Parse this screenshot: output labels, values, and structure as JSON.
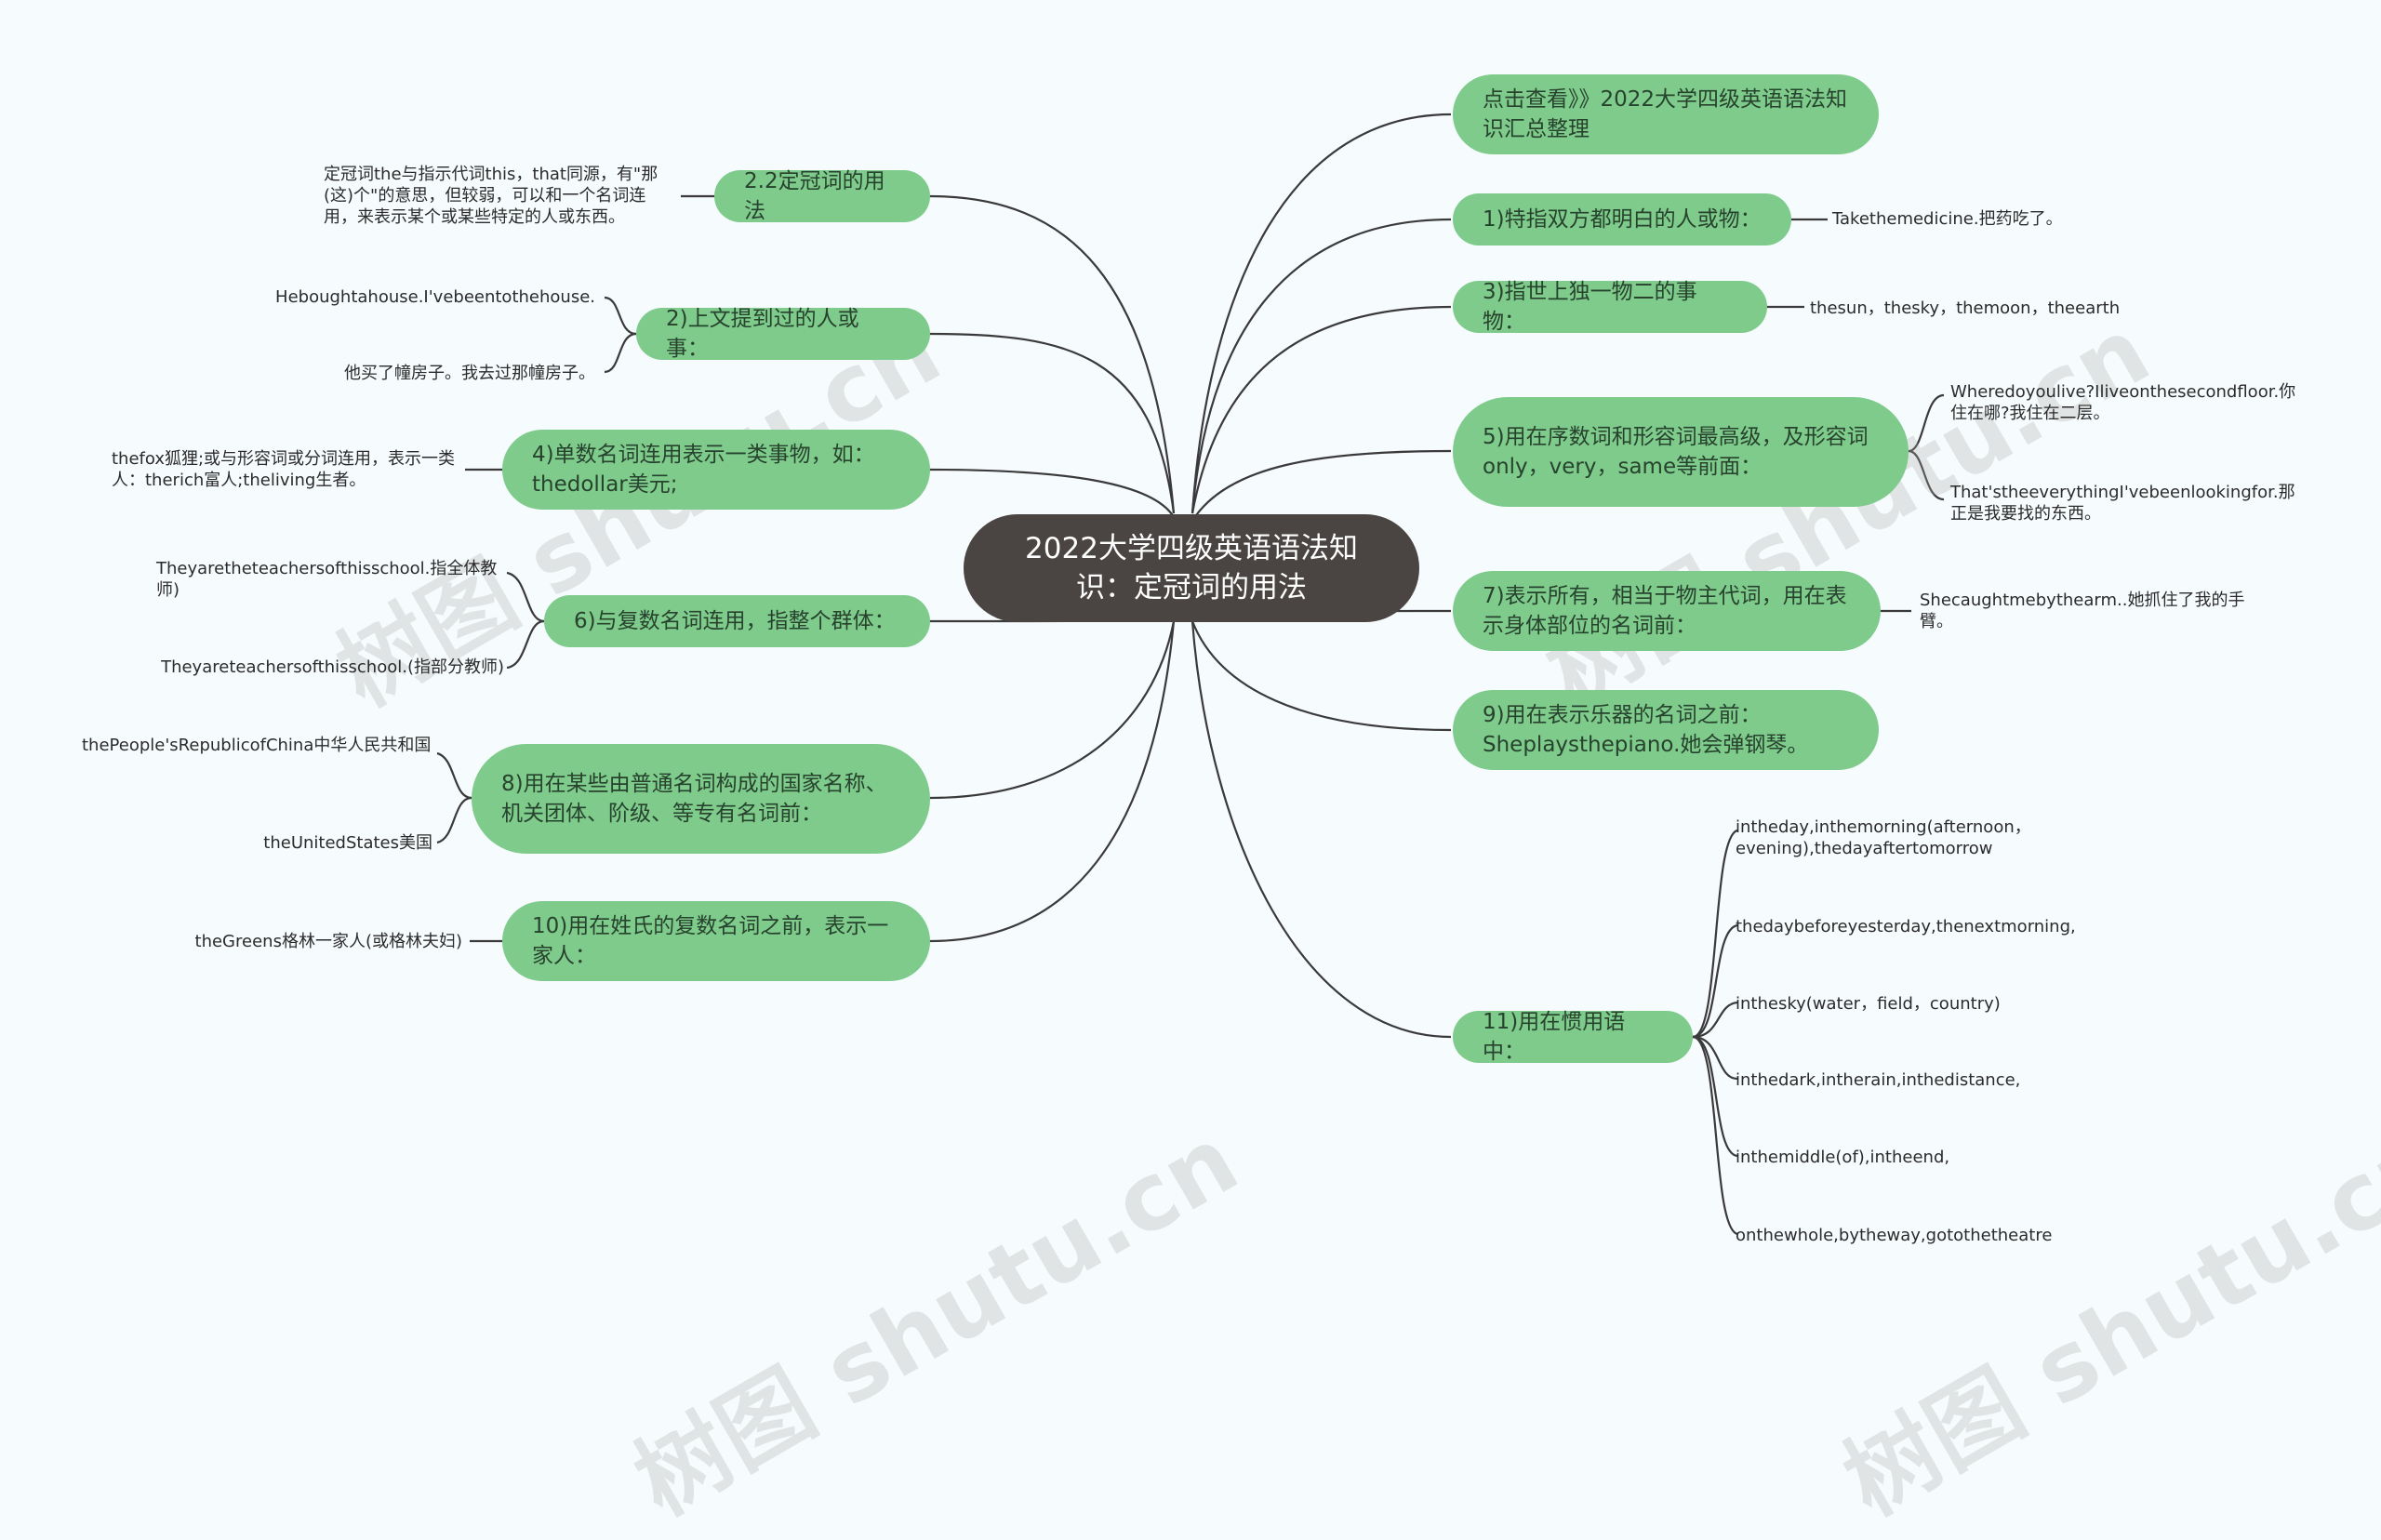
{
  "central": {
    "title": "2022大学四级英语语法知识：定冠词的用法"
  },
  "right_topics": [
    {
      "label": "点击查看》》2022大学四级英语语法知识汇总整理",
      "leaves": []
    },
    {
      "label": "1)特指双方都明白的人或物：",
      "leaves": [
        "Takethemedicine.把药吃了。"
      ]
    },
    {
      "label": "3)指世上独一物二的事物：",
      "leaves": [
        "thesun，thesky，themoon，theearth"
      ]
    },
    {
      "label": "5)用在序数词和形容词最高级，及形容词only，very，same等前面：",
      "leaves": [
        "Wheredoyoulive?Iliveonthesecondfloor.你住在哪?我住在二层。",
        "That'stheeverythingI'vebeenlookingfor.那正是我要找的东西。"
      ]
    },
    {
      "label": "7)表示所有，相当于物主代词，用在表示身体部位的名词前：",
      "leaves": [
        "Shecaughtmebythearm..她抓住了我的手臂。"
      ]
    },
    {
      "label": "9)用在表示乐器的名词之前：Sheplaysthepiano.她会弹钢琴。",
      "leaves": []
    },
    {
      "label": "11)用在惯用语中：",
      "leaves": [
        "intheday,inthemorning(afternoon，evening),thedayaftertomorrow",
        "thedaybeforeyesterday,thenextmorning,",
        "inthesky(water，field，country)",
        "inthedark,intherain,inthedistance,",
        "inthemiddle(of),intheend,",
        "onthewhole,bytheway,gotothetheatre"
      ]
    }
  ],
  "left_topics": [
    {
      "label": "2.2定冠词的用法",
      "leaves": [
        "定冠词the与指示代词this，that同源，有\"那(这)个\"的意思，但较弱，可以和一个名词连用，来表示某个或某些特定的人或东西。"
      ]
    },
    {
      "label": "2)上文提到过的人或事：",
      "leaves": [
        "Heboughtahouse.I'vebeentothehouse.",
        "他买了幢房子。我去过那幢房子。"
      ]
    },
    {
      "label": "4)单数名词连用表示一类事物，如：thedollar美元;",
      "leaves": [
        "thefox狐狸;或与形容词或分词连用，表示一类人：therich富人;theliving生者。"
      ]
    },
    {
      "label": "6)与复数名词连用，指整个群体：",
      "leaves": [
        "Theyaretheteachersofthisschool.指全体教师)",
        "Theyareteachersofthisschool.(指部分教师)"
      ]
    },
    {
      "label": "8)用在某些由普通名词构成的国家名称、机关团体、阶级、等专有名词前：",
      "leaves": [
        "thePeople'sRepublicofChina中华人民共和国",
        "theUnitedStates美国"
      ]
    },
    {
      "label": "10)用在姓氏的复数名词之前，表示一家人：",
      "leaves": [
        "theGreens格林一家人(或格林夫妇)"
      ]
    }
  ],
  "watermark": "树图 shutu.cn",
  "colors": {
    "root": "#4a4442",
    "topic": "#7ecb8c",
    "line": "#3a3a3a",
    "background": "#f6fbfd"
  }
}
